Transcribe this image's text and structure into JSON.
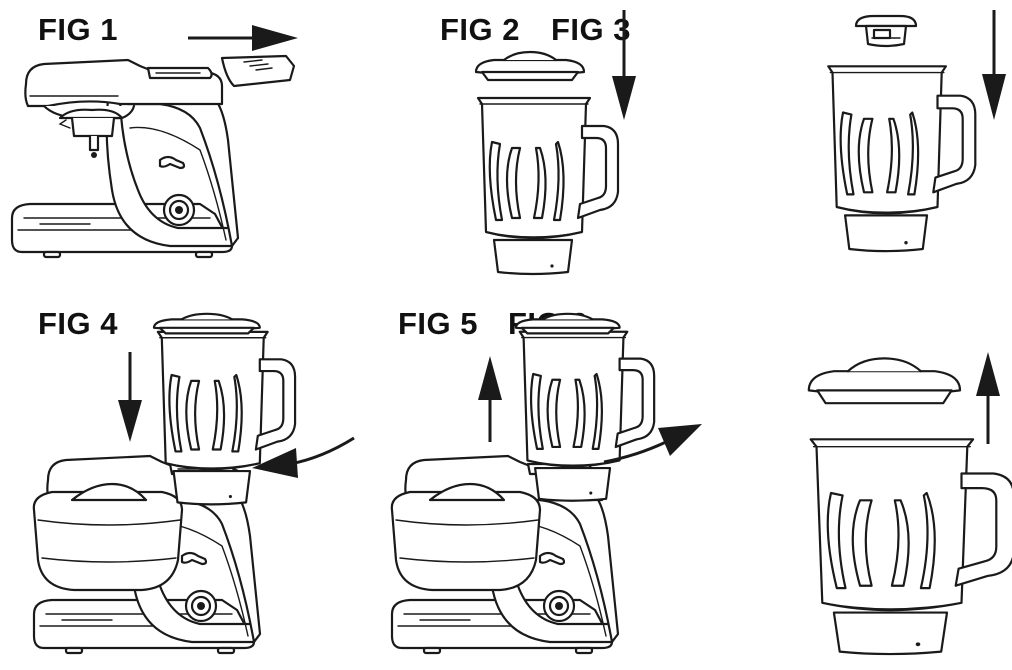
{
  "figures": [
    {
      "label": "FIG  1"
    },
    {
      "label": "FIG  2"
    },
    {
      "label": "FIG  3"
    },
    {
      "label": "FIG  4"
    },
    {
      "label": "FIG  5"
    },
    {
      "label": "FIG  6"
    }
  ]
}
